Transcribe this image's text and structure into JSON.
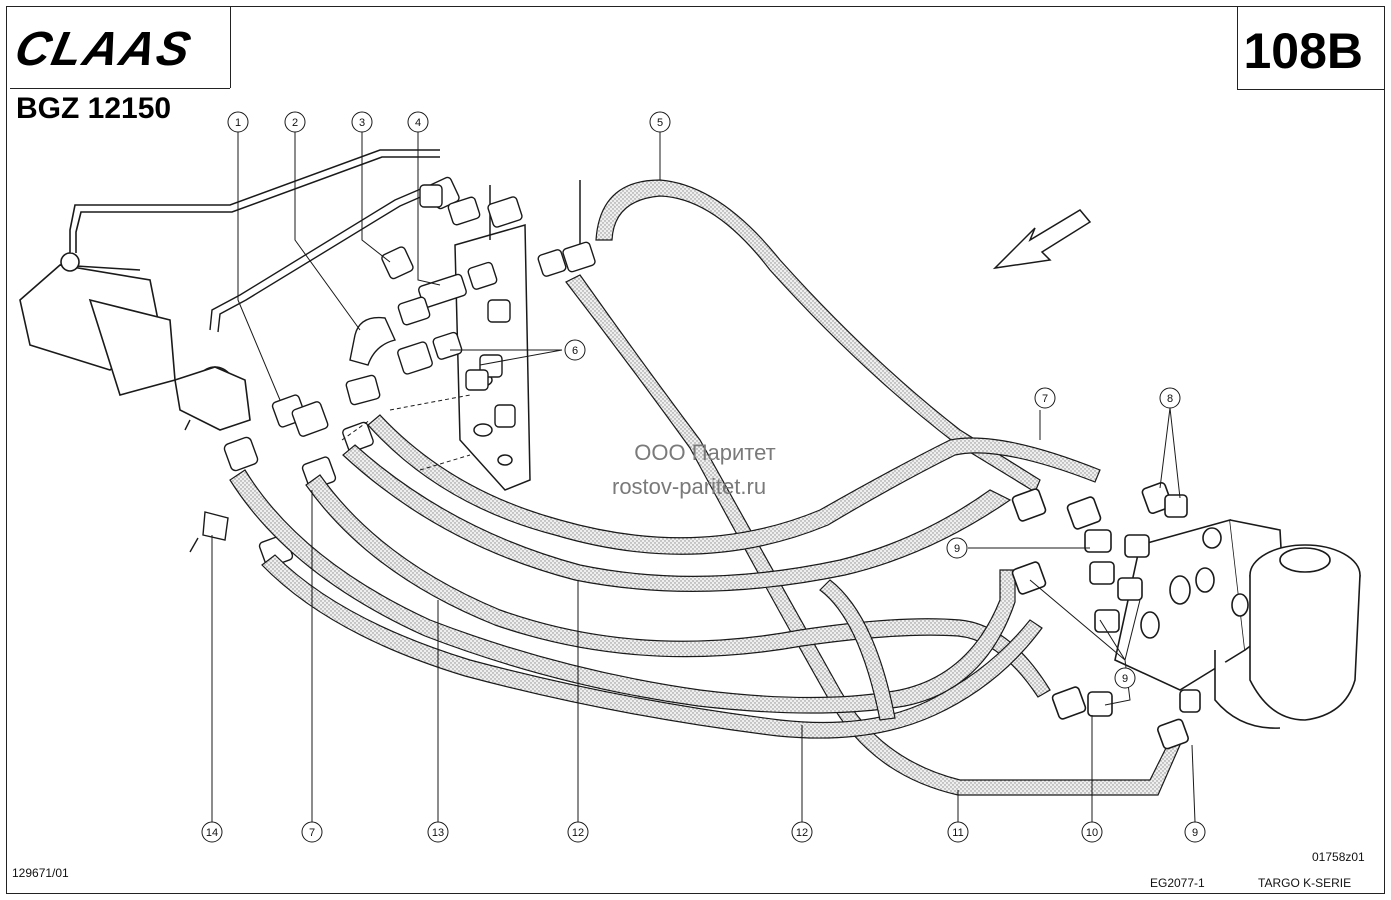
{
  "header": {
    "brand": "CLAAS",
    "page_number": "108B",
    "group_code": "BGZ 12150"
  },
  "watermark": {
    "line1": "ООО Паритет",
    "line2": "rostov-paritet.ru"
  },
  "footer": {
    "left_code": "129671/01",
    "drawing_code": "01758z01",
    "doc_code": "EG2077-1",
    "series": "TARGO K-SERIE"
  },
  "callouts": {
    "top": [
      "1",
      "2",
      "3",
      "4",
      "5"
    ],
    "right": [
      "6",
      "7",
      "8",
      "9",
      "9"
    ],
    "bottom": [
      "14",
      "7",
      "13",
      "12",
      "12",
      "11",
      "10",
      "9"
    ]
  },
  "colors": {
    "line": "#1a1a1a",
    "hose_fill": "#d9d9d9",
    "paper": "#ffffff"
  }
}
